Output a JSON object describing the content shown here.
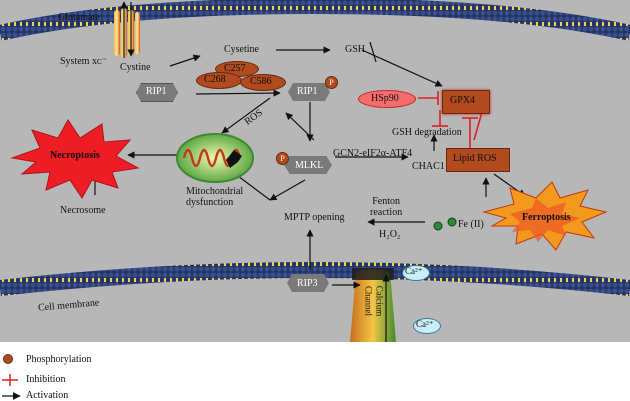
{
  "labels": {
    "glutamate": "Glutamate",
    "system_xc": "System xᴄ⁻",
    "cystine": "Cystine",
    "cysteine": "Cysetine",
    "gsh": "GSH",
    "gpx4": "GPX4",
    "rip1_left": "RIP1",
    "rip1_center": "RIP1",
    "c257": "C257",
    "c268": "C268",
    "c586": "C586",
    "hsp90": "HSp90",
    "ros": "ROS",
    "gsh_degradation": "GSH degradation",
    "lipid_ros": "Lipid ROS",
    "necroptosis": "Necroptosis",
    "necrosome": "Necrosome",
    "mito_dysfunction": "Mitochondrial\ndysfunction",
    "mlkl": "MLKL",
    "gcn2": "GCN2-eIF2α-ATF4",
    "chac1": "CHAC1",
    "ferroptosis": "Ferroptosis",
    "fenton": "Fenton\nreaction",
    "h2o2": "H₂O₂",
    "fe": "Fe (II)",
    "mptp": "MPTP opening",
    "rip3": "RIP3",
    "calcium_channel": "Calcium\nChannel",
    "ca_top": "Ca²⁺",
    "ca_bottom": "Ca²⁺",
    "cell_membrane": "Cell membrane",
    "p_badge": "P"
  },
  "legend": [
    {
      "symbol": "phosphorylation-dot",
      "label": "Phosphorylation"
    },
    {
      "symbol": "inhibition-line",
      "label": "Inhibition"
    },
    {
      "symbol": "activation-arrow",
      "label": "Activation"
    }
  ],
  "colors": {
    "background": "#b7b7b7",
    "membrane_blue": "#2c3a6e",
    "membrane_yellow": "#e6d84a",
    "inhibition": "#e02020",
    "burst_red": "#ee1c24",
    "burst_orange": "#f39a1e",
    "node_gray": "#7a7a7a",
    "node_brown": "#b14a1e"
  }
}
